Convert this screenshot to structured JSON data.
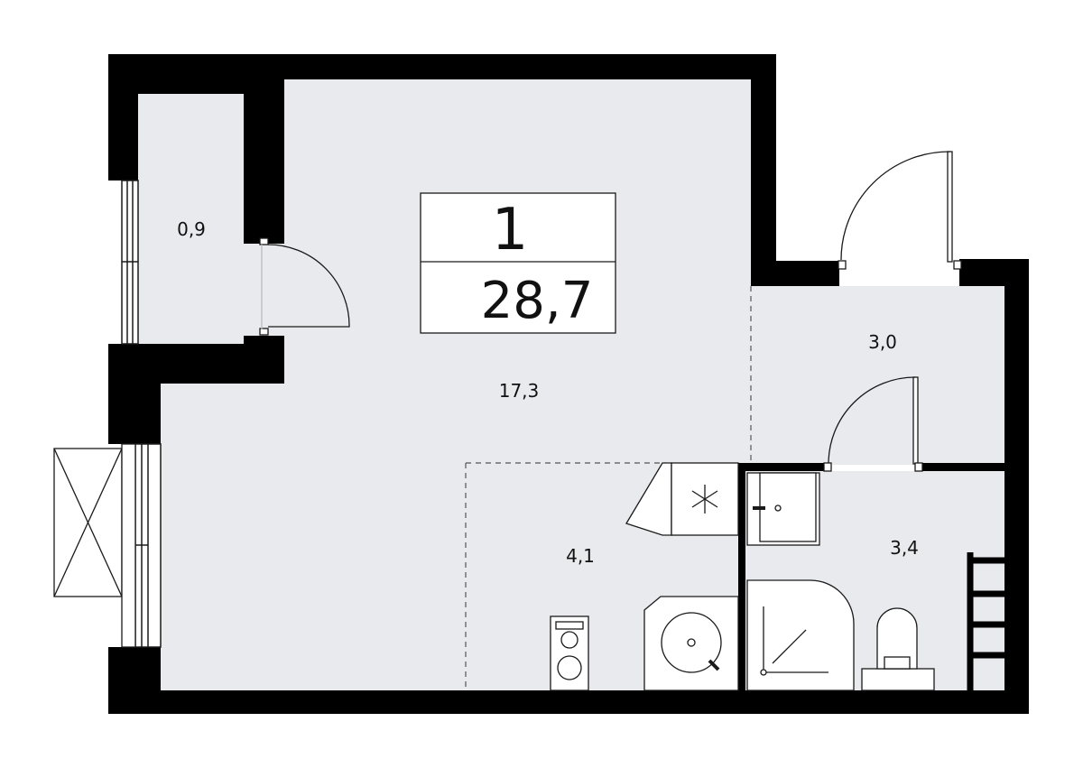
{
  "colors": {
    "wall": "#000000",
    "floor": "#e8eaed",
    "line": "#1a1a1a",
    "background": "#ffffff"
  },
  "apartment": {
    "rooms_count": "1",
    "total_area": "28,7"
  },
  "rooms": [
    {
      "id": "balcony",
      "area": "0,9"
    },
    {
      "id": "living",
      "area": "17,3"
    },
    {
      "id": "hall",
      "area": "3,0"
    },
    {
      "id": "kitchen",
      "area": "4,1"
    },
    {
      "id": "bathroom",
      "area": "3,4"
    }
  ]
}
